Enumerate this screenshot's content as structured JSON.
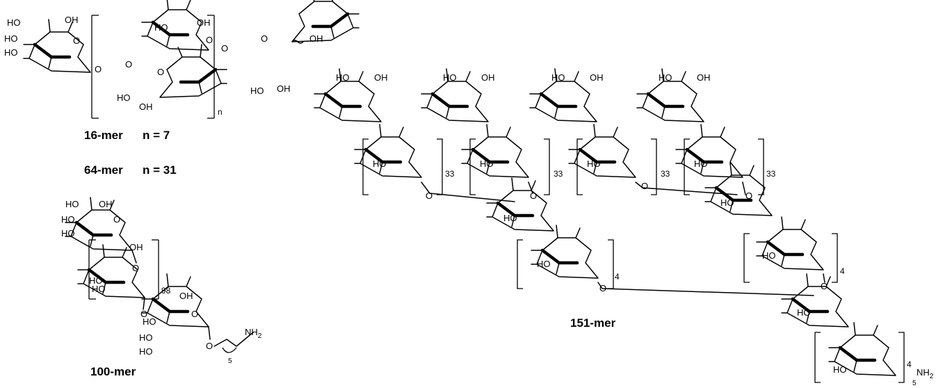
{
  "structures": {
    "s16": {
      "label": "16-mer",
      "n_text": "n = 7"
    },
    "s64": {
      "label": "64-mer",
      "n_text": "n = 31"
    },
    "repeat_n": "n",
    "s100": {
      "label": "100-mer",
      "repeat": "98",
      "linker_count": "5"
    },
    "s151": {
      "label": "151-mer",
      "branch_repeat": "33",
      "core_repeat": "4",
      "linker_repeat": "4",
      "linker_count": "5"
    }
  },
  "atoms": {
    "hydroxyl_left": "HO",
    "hydroxyl_right": "OH",
    "oxygen": "O",
    "amine": "NH",
    "amine_sub": "2"
  }
}
